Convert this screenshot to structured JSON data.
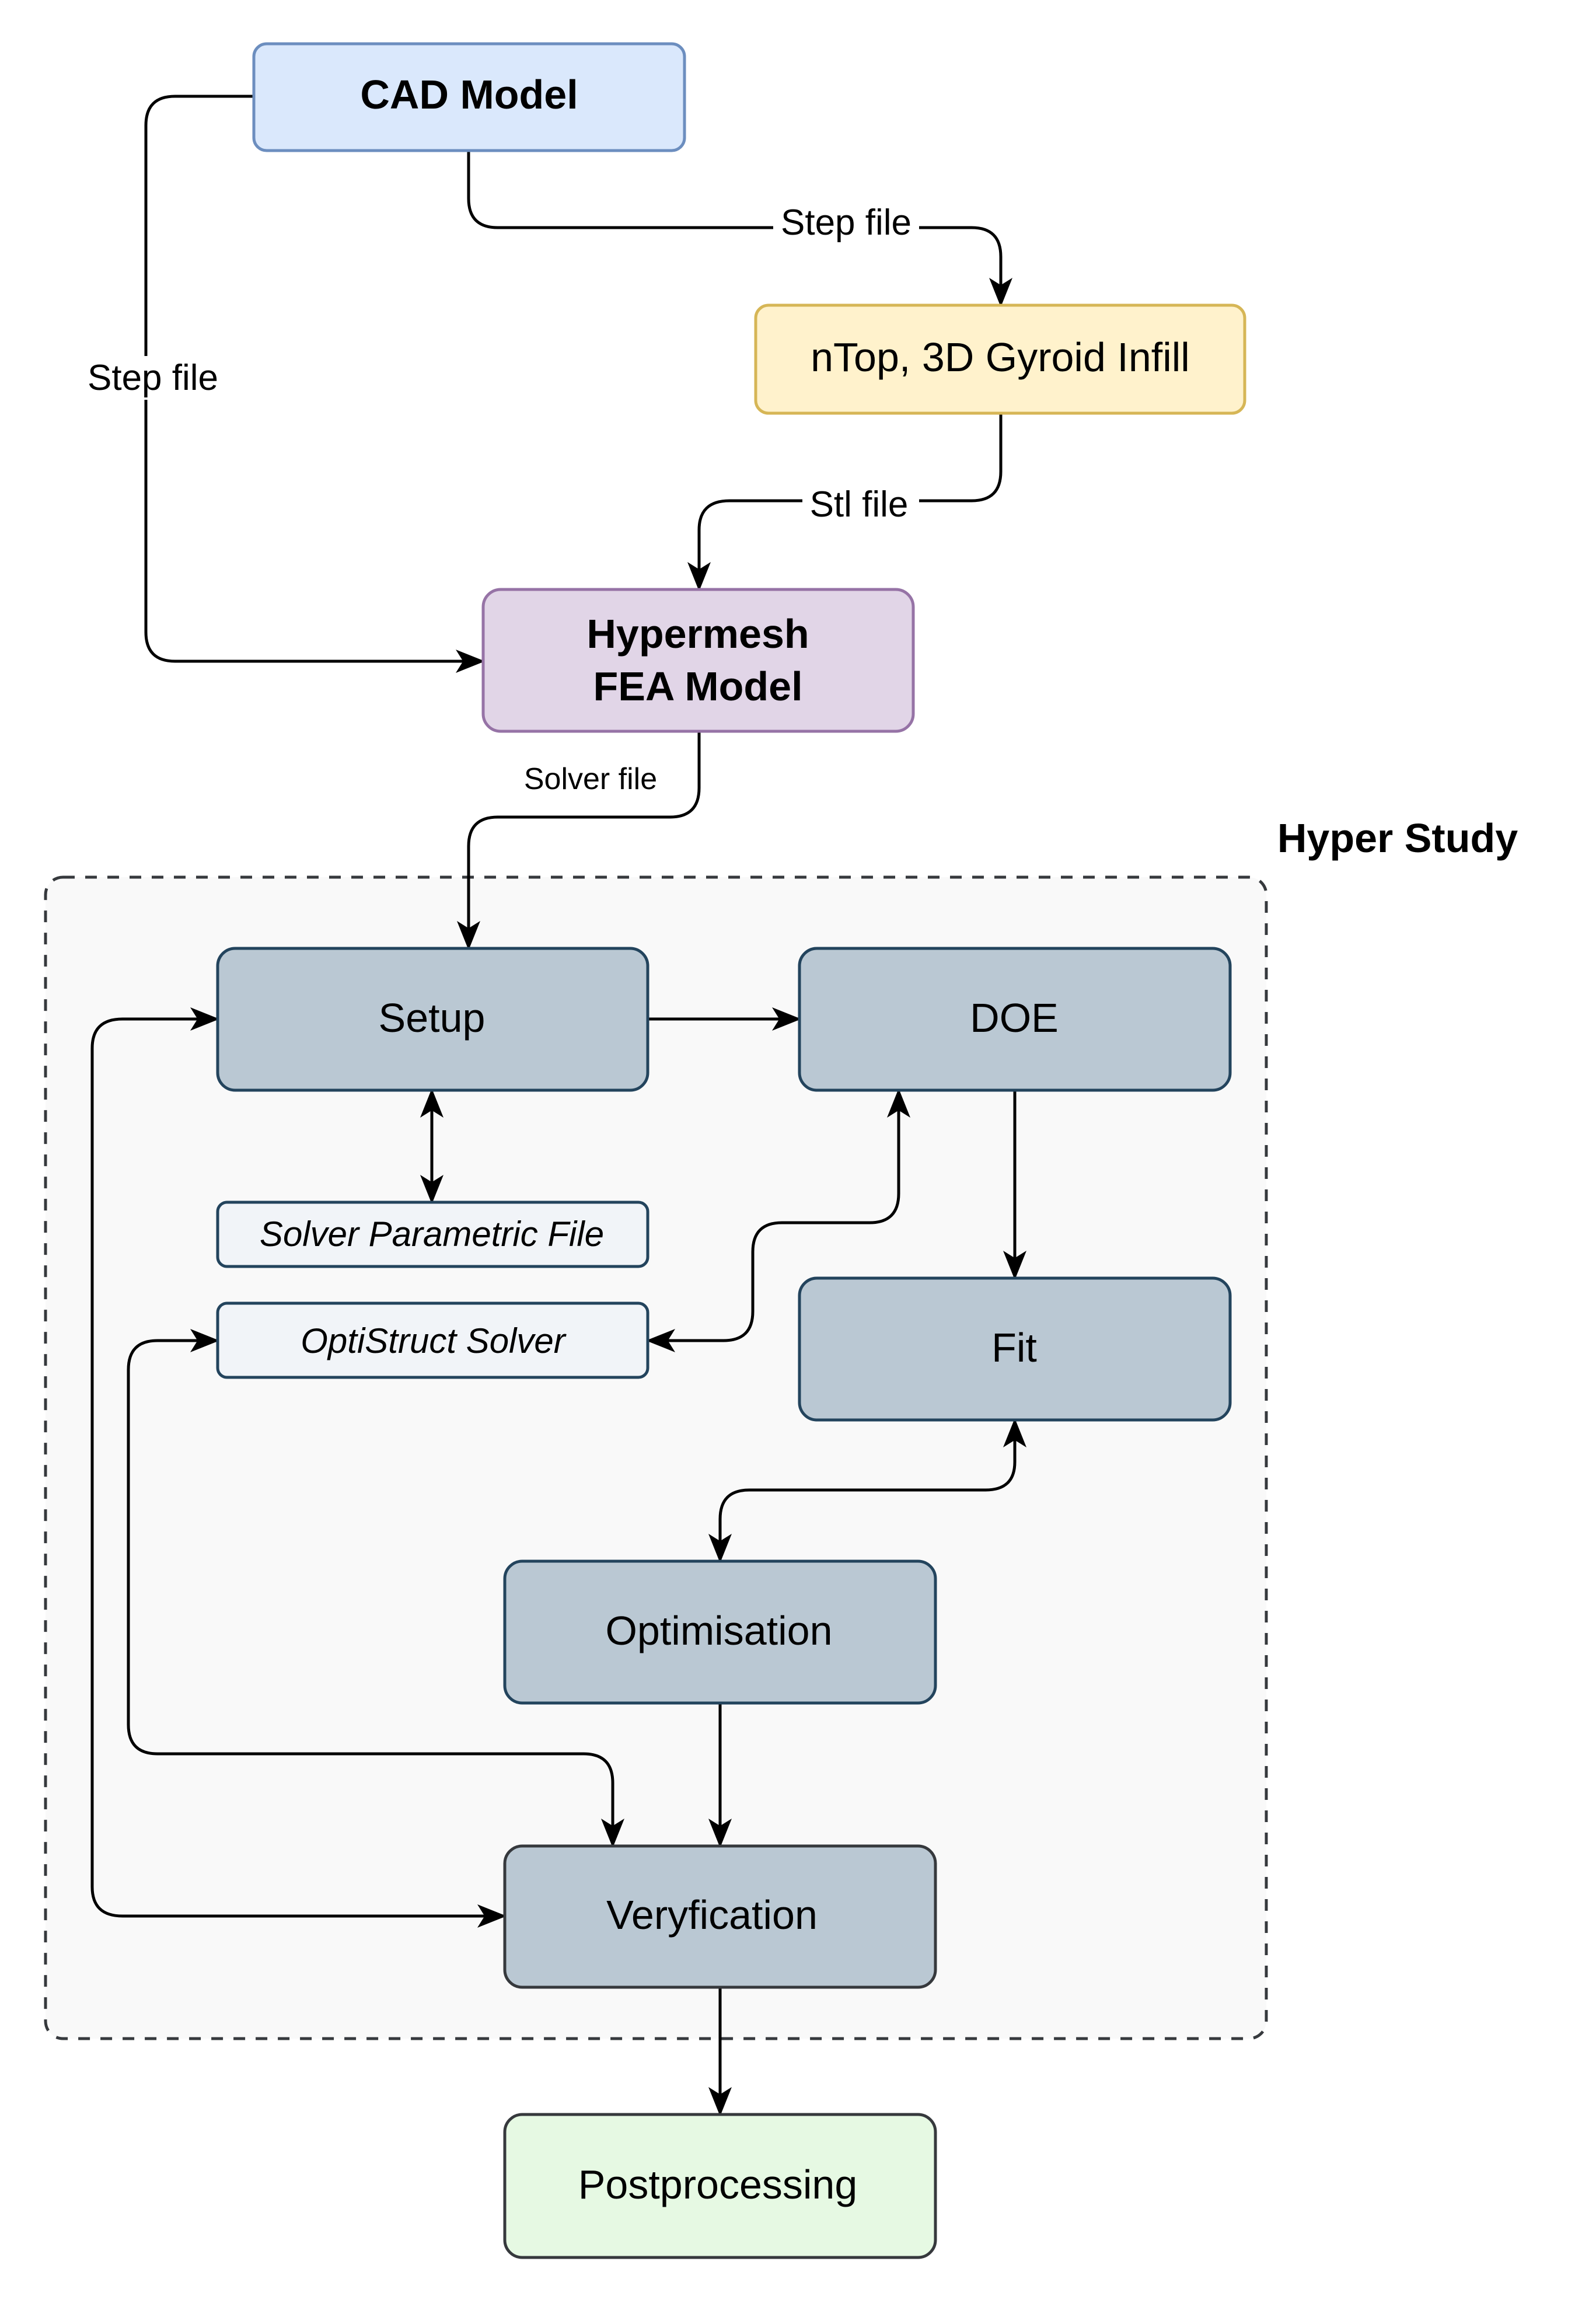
{
  "title": "HyperStudy optimisation workflow",
  "colors": {
    "cad_fill": "#dae8fc",
    "cad_stroke": "#6c8ebf",
    "ntop_fill": "#fff2cc",
    "ntop_stroke": "#d6b656",
    "hm_fill": "#e1d5e7",
    "hm_stroke": "#9673a6",
    "step_fill": "#bac8d3",
    "step_stroke": "#23445d",
    "file_fill": "#f1f4f8",
    "verif_stroke": "#36393d",
    "post_fill": "#e6f9e3",
    "group_fill": "#f9f9f9",
    "group_stroke": "#36393d"
  },
  "nodes": {
    "cad": "CAD Model",
    "ntop": "nTop, 3D Gyroid Infill",
    "hypermesh_line1": "Hypermesh",
    "hypermesh_line2": "FEA Model",
    "setup": "Setup",
    "doe": "DOE",
    "solver_param": "Solver Parametric File",
    "optistruct": "OptiStruct Solver",
    "fit": "Fit",
    "optimisation": "Optimisation",
    "verification": "Veryfication",
    "postprocessing": "Postprocessing"
  },
  "group": {
    "label": "Hyper Study"
  },
  "edge_labels": {
    "cad_to_ntop": "Step file",
    "cad_to_hypermesh": "Step file",
    "ntop_to_hypermesh": "Stl file",
    "hypermesh_to_setup": "Solver file"
  }
}
